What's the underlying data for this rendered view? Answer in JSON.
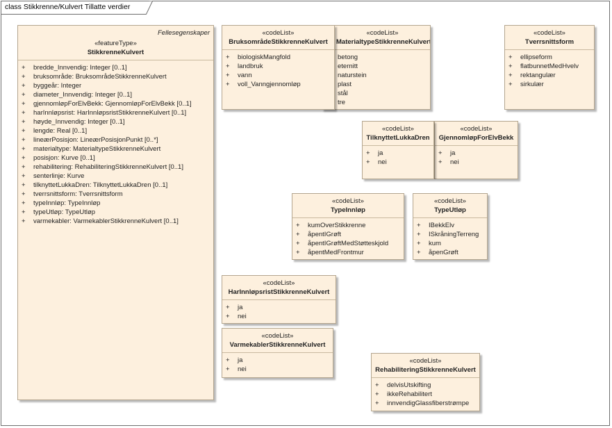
{
  "frame": {
    "label": "class Stikkrenne/Kulvert Tillatte verdier"
  },
  "classes": {
    "stikkrenne": {
      "package": "Fellesegenskaper",
      "stereotype": "«featureType»",
      "name": "StikkrenneKulvert",
      "attributes": [
        {
          "vis": "+",
          "text": "bredde_Innvendig: Integer [0..1]"
        },
        {
          "vis": "+",
          "text": "bruksområde: BruksområdeStikkrenneKulvert"
        },
        {
          "vis": "+",
          "text": "byggeår: Integer"
        },
        {
          "vis": "+",
          "text": "diameter_Innvendig: Integer [0..1]"
        },
        {
          "vis": "+",
          "text": "gjennomløpForElvBekk: GjennomløpForElvBekk [0..1]"
        },
        {
          "vis": "+",
          "text": "harInnløpsrist: HarInnløpsristStikkrenneKulvert [0..1]"
        },
        {
          "vis": "+",
          "text": "høyde_Innvendig: Integer [0..1]"
        },
        {
          "vis": "+",
          "text": "lengde: Real [0..1]"
        },
        {
          "vis": "+",
          "text": "lineærPosisjon: LineærPosisjonPunkt [0..*]"
        },
        {
          "vis": "+",
          "text": "materialtype: MaterialtypeStikkrenneKulvert"
        },
        {
          "vis": "+",
          "text": "posisjon: Kurve [0..1]"
        },
        {
          "vis": "+",
          "text": "rehabilitering: RehabiliteringStikkrenneKulvert [0..1]"
        },
        {
          "vis": "+",
          "text": "senterlinje: Kurve"
        },
        {
          "vis": "+",
          "text": "tilknyttetLukkaDren: TilknyttetLukkaDren [0..1]"
        },
        {
          "vis": "+",
          "text": "tverrsnittsform: Tverrsnittsform"
        },
        {
          "vis": "+",
          "text": "typeInnløp: TypeInnløp"
        },
        {
          "vis": "+",
          "text": "typeUtløp: TypeUtløp"
        },
        {
          "vis": "+",
          "text": "varmekabler: VarmekablerStikkrenneKulvert [0..1]"
        }
      ]
    },
    "bruksomrade": {
      "stereotype": "«codeList»",
      "name": "BruksområdeStikkrenneKulvert",
      "attributes": [
        {
          "vis": "+",
          "text": "biologiskMangfold"
        },
        {
          "vis": "+",
          "text": "landbruk"
        },
        {
          "vis": "+",
          "text": "vann"
        },
        {
          "vis": "+",
          "text": "voll_Vanngjennomløp"
        }
      ]
    },
    "materialtype": {
      "stereotype": "«codeList»",
      "name": "MaterialtypeStikkrenneKulvert",
      "attributes": [
        {
          "vis": "",
          "text": "betong"
        },
        {
          "vis": "",
          "text": "eternitt"
        },
        {
          "vis": "",
          "text": "naturstein"
        },
        {
          "vis": "",
          "text": "plast"
        },
        {
          "vis": "",
          "text": "stål"
        },
        {
          "vis": "",
          "text": "tre"
        }
      ]
    },
    "tverrsnittsform": {
      "stereotype": "«codeList»",
      "name": "Tverrsnittsform",
      "attributes": [
        {
          "vis": "+",
          "text": "ellipseform"
        },
        {
          "vis": "+",
          "text": "flatbunnetMedHvelv"
        },
        {
          "vis": "+",
          "text": "rektangulær"
        },
        {
          "vis": "+",
          "text": "sirkulær"
        }
      ]
    },
    "tilknyttet": {
      "stereotype": "«codeList»",
      "name": "TilknyttetLukkaDren",
      "attributes": [
        {
          "vis": "+",
          "text": "ja"
        },
        {
          "vis": "+",
          "text": "nei"
        }
      ]
    },
    "gjennomlop": {
      "stereotype": "«codeList»",
      "name": "GjennomløpForElvBekk",
      "attributes": [
        {
          "vis": "+",
          "text": "ja"
        },
        {
          "vis": "+",
          "text": "nei"
        }
      ]
    },
    "typeinnlop": {
      "stereotype": "«codeList»",
      "name": "TypeInnløp",
      "attributes": [
        {
          "vis": "+",
          "text": "kumOverStikkrenne"
        },
        {
          "vis": "+",
          "text": "åpentIGrøft"
        },
        {
          "vis": "+",
          "text": "åpentIGrøftMedStøtteskjold"
        },
        {
          "vis": "+",
          "text": "åpentMedFrontmur"
        }
      ]
    },
    "typeutlop": {
      "stereotype": "«codeList»",
      "name": "TypeUtløp",
      "attributes": [
        {
          "vis": "+",
          "text": "IBekkElv"
        },
        {
          "vis": "+",
          "text": "ISkråningTerreng"
        },
        {
          "vis": "+",
          "text": "kum"
        },
        {
          "vis": "+",
          "text": "åpenGrøft"
        }
      ]
    },
    "harinnlop": {
      "stereotype": "«codeList»",
      "name": "HarInnløpsristStikkrenneKulvert",
      "attributes": [
        {
          "vis": "+",
          "text": "ja"
        },
        {
          "vis": "+",
          "text": "nei"
        }
      ]
    },
    "varmekabler": {
      "stereotype": "«codeList»",
      "name": "VarmekablerStikkrenneKulvert",
      "attributes": [
        {
          "vis": "+",
          "text": "ja"
        },
        {
          "vis": "+",
          "text": "nei"
        }
      ]
    },
    "rehabilitering": {
      "stereotype": "«codeList»",
      "name": "RehabiliteringStikkrenneKulvert",
      "attributes": [
        {
          "vis": "+",
          "text": "delvisUtskifting"
        },
        {
          "vis": "+",
          "text": "ikkeRehabilitert"
        },
        {
          "vis": "+",
          "text": "innvendigGlassfiberstrømpe"
        }
      ]
    }
  }
}
